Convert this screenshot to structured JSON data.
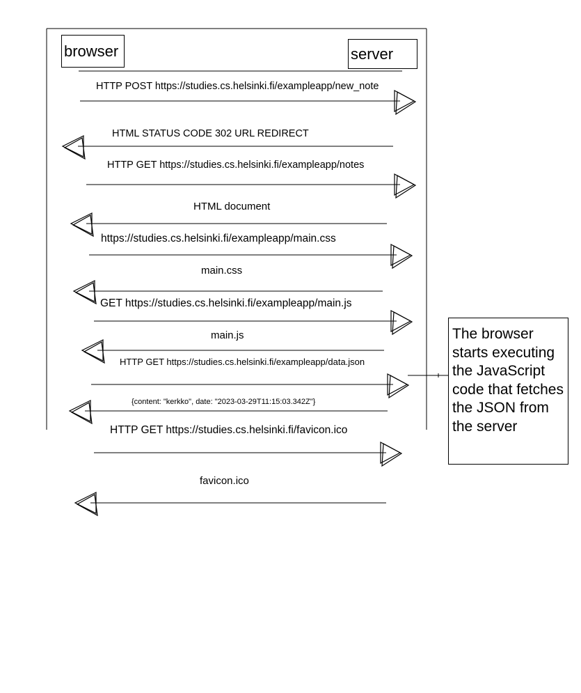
{
  "participants": {
    "browser": "browser",
    "server": "server"
  },
  "messages": [
    {
      "label": "HTTP POST https://studies.cs.helsinki.fi/exampleapp/new_note",
      "direction": "to-server"
    },
    {
      "label": "HTML STATUS CODE 302 URL REDIRECT",
      "direction": "to-browser"
    },
    {
      "label": "HTTP GET https://studies.cs.helsinki.fi/exampleapp/notes",
      "direction": "to-server"
    },
    {
      "label": "HTML document",
      "direction": "to-browser"
    },
    {
      "label": "https://studies.cs.helsinki.fi/exampleapp/main.css",
      "direction": "to-server"
    },
    {
      "label": "main.css",
      "direction": "to-browser"
    },
    {
      "label": "GET https://studies.cs.helsinki.fi/exampleapp/main.js",
      "direction": "to-server"
    },
    {
      "label": "main.js",
      "direction": "to-browser"
    },
    {
      "label": "HTTP GET https://studies.cs.helsinki.fi/exampleapp/data.json",
      "direction": "to-server"
    },
    {
      "label": "{content: \"kerkko\", date: \"2023-03-29T11:15:03.342Z\"}",
      "direction": "to-browser"
    },
    {
      "label": "HTTP GET https://studies.cs.helsinki.fi/favicon.ico",
      "direction": "to-server"
    },
    {
      "label": "favicon.ico",
      "direction": "to-browser"
    }
  ],
  "note": {
    "text": "The browser starts executing the JavaScript code that fetches the JSON from the server"
  }
}
